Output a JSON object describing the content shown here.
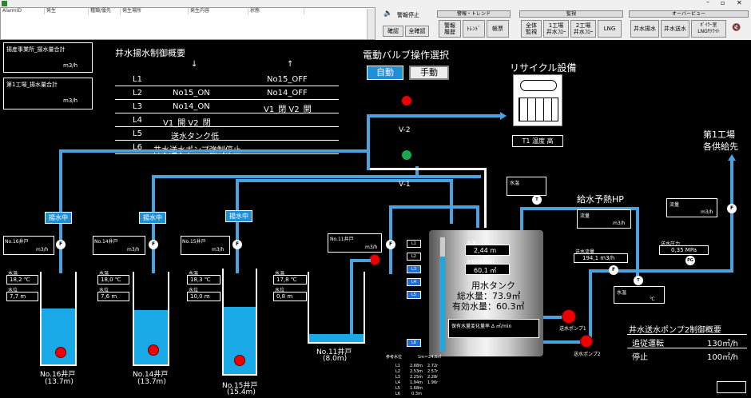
{
  "alarm_header": {
    "col1": "AlarmID",
    "col2": "発生",
    "col3": "種類/優先",
    "col4": "発生場所",
    "col5": "発生内容",
    "col6": "状態"
  },
  "toolbar": {
    "alarm_stop": "警報停止",
    "confirm": "確認",
    "confirm_all": "全確認",
    "grp_alarm_trend": "警報・トレンド",
    "grp_monitor": "監視",
    "grp_overview": "オーバービュー",
    "btn_alarm_history": "警報\n履歴",
    "btn_trend": "ﾄﾚﾝﾄﾞ",
    "btn_report": "帳票",
    "btn_overall": "全体\n監視",
    "btn_plant1_flow": "1工場\n井水ﾌﾛｰ",
    "btn_plant2_flow": "2工場\n井水ﾌﾛｰ",
    "btn_lng": "LNG",
    "btn_well_pump": "井水揚水",
    "btn_well_send": "井水送水",
    "btn_boiler": "ﾎﾞｲﾗｰ室\nLNGｻﾃﾗｲﾄ"
  },
  "left_panels": {
    "p1_title": "揚産事業所_揚水量合計",
    "p1_unit": "m3/h",
    "p2_title": "第1工場_揚水量合計",
    "p2_unit": "m3/h"
  },
  "control_table": {
    "title": "井水揚水制御概要",
    "down": "↓",
    "up": "↑",
    "rows": [
      {
        "level": "L1",
        "down": "",
        "up": "No15_OFF"
      },
      {
        "level": "L2",
        "down": "No15_ON",
        "up": "No14_OFF"
      },
      {
        "level": "L3",
        "down": "No14_ON",
        "up": "V1_閉 V2_開"
      },
      {
        "level": "L4",
        "down": "V1_開 V2_閉",
        "up": ""
      },
      {
        "level": "L5",
        "down": "送水タンク低",
        "up": ""
      },
      {
        "level": "L6",
        "down": "井水送水ポンプ強制停止",
        "up": ""
      }
    ]
  },
  "valve_select": {
    "title": "電動バルブ操作選択",
    "auto": "自動",
    "manual": "手動"
  },
  "recycle": {
    "title": "リサイクル設備",
    "status": "T1 温度 高"
  },
  "valves": {
    "v2": "V-2",
    "v1": "V-1"
  },
  "supply_target": {
    "line1": "第1工場",
    "line2": "各供給先"
  },
  "wells": [
    {
      "tag": "揚水中",
      "name_label": "No.16井戸",
      "unit": "m3/h",
      "temp_label": "水温",
      "temp": "18,2 ℃",
      "level_label": "水位",
      "level": "7,7 m",
      "name": "No.16井戸",
      "depth": "(13.7m)"
    },
    {
      "tag": "揚水中",
      "name_label": "No.14井戸",
      "unit": "m3/h",
      "temp_label": "水温",
      "temp": "18,0 ℃",
      "level_label": "水位",
      "level": "7,6 m",
      "name": "No.14井戸",
      "depth": "(13.7m)"
    },
    {
      "tag": "揚水中",
      "name_label": "No.15井戸",
      "unit": "m3/h",
      "temp_label": "水温",
      "temp": "18,3 ℃",
      "level_label": "水位",
      "level": "10,0 m",
      "name": "No.15井戸",
      "depth": "(15.4m)"
    }
  ],
  "well11": {
    "name_label": "No.11井戸",
    "unit": "m3/h",
    "temp_label": "水温",
    "temp": "17,8 ℃",
    "level_label": "水位",
    "level": "0,8 m",
    "name": "No.11井戸",
    "depth": "(8.0m)"
  },
  "tank": {
    "depth_label": "水深",
    "depth": "2,44 m",
    "volume_label": "体積[換算値]",
    "volume": "60,1 ㎥",
    "name": "用水タンク",
    "total": "総水量：73.9㎥",
    "effective": "有効水量：60.3㎥",
    "change_label": "保有水量変化量率 Δ ㎥/min",
    "levels": [
      "L1",
      "L2",
      "L3",
      "L4",
      "L5",
      "L6"
    ]
  },
  "ref_table": {
    "title": "参考水位",
    "header": "1m＝24.6㎥",
    "rows": [
      {
        "l": "L1",
        "a": "2.68m",
        "b": "2.72r"
      },
      {
        "l": "L2",
        "a": "2.53m",
        "b": "2.57r"
      },
      {
        "l": "L3",
        "a": "2.25m",
        "b": "2.28r"
      },
      {
        "l": "L4",
        "a": "1.94m",
        "b": "1.96r"
      },
      {
        "l": "L5",
        "a": "1.68m",
        "b": ""
      },
      {
        "l": "L6",
        "a": "0.3m",
        "b": ""
      }
    ]
  },
  "right": {
    "water_temp_label": "水温",
    "preheat": "給水予熱HP",
    "flow_label": "流量",
    "flow_unit": "m3/h",
    "flow2_label": "流量",
    "flow2_unit": "m3/h",
    "send_flow_label": "送水流量",
    "send_flow": "194,1 m3/h",
    "pressure_label": "送水圧力",
    "pressure": "0,35 MPa",
    "temp_label": "水温",
    "temp_unit": "℃",
    "pump1": "送水ポンプ1",
    "pump2": "送水ポンプ2"
  },
  "pump_summary": {
    "title": "井水送水ポンプ2制御概要",
    "row1_label": "追従運転",
    "row1_val": "130㎥/h",
    "row2_label": "停止",
    "row2_val": "100㎥/h"
  }
}
